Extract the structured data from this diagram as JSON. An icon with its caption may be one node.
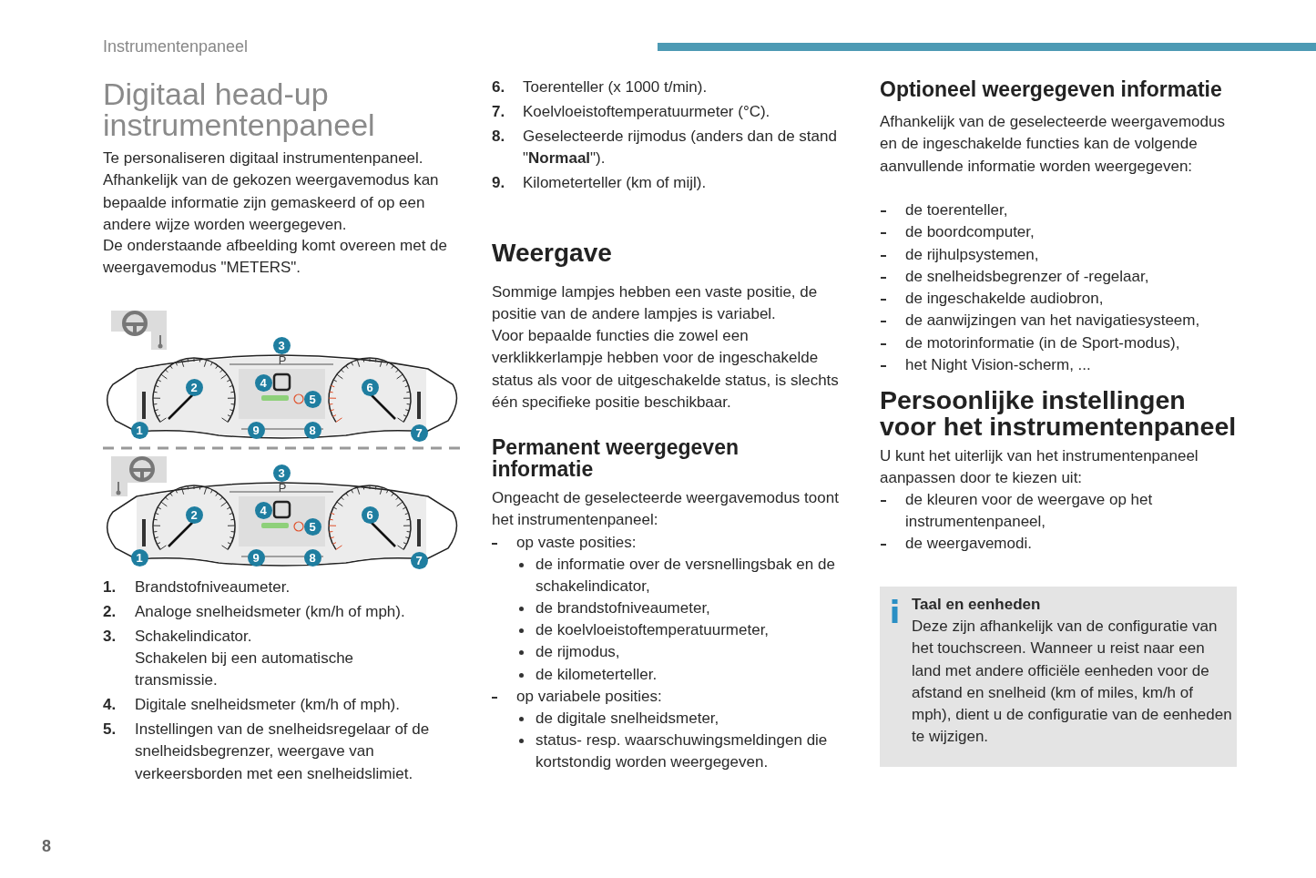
{
  "diagram": {
    "title": "Digitaal head-up instrumentenpaneel",
    "nodes": [
      {
        "text": [
          "Taal en eenheden",
          "Deze zijn afhankelijk van de configuratie van het touchscreen. Wanneer u reist naar een land met andere officiële eenheden voor de afstand en snelheid (km of miles, km/h of mph), dient u de configuratie van de eenheden te wijzigen."
        ]
      }
    ],
    "edges": [],
    "labels": [
      "Instrumentenpaneel",
      "Te personaliseren digitaal instrumentenpaneel. Afhankelijk van de gekozen weergavemodus kan bepaalde informatie zijn gemaskeerd of op een andere wijze worden weergegeven.",
      "De onderstaande afbeelding komt overeen met de weergavemodus \"METERS\".",
      "1",
      "2",
      "3",
      "P",
      "4",
      "5",
      "6",
      "7",
      "8",
      "9",
      "1",
      "2",
      "3",
      "P",
      "4",
      "5",
      "6",
      "7",
      "8",
      "9",
      "1.",
      "Brandstofniveaumeter.",
      "2.",
      "Analoge snelheidsmeter (km/h of mph).",
      "3.",
      "Schakelindicator.",
      "Schakelen bij een automatische transmissie.",
      "4.",
      "Digitale snelheidsmeter (km/h of mph).",
      "5.",
      "Instellingen van de snelheidsregelaar of de snelheidsbegrenzer, weergave van verkeersborden met een snelheidslimiet.",
      "6.",
      "Toerenteller (x 1000 t/min).",
      "7.",
      "Koelvloeistoftemperatuurmeter (°C).",
      "8.",
      "Geselecteerde rijmodus (anders dan de stand \"**Normaal**\").",
      "9.",
      "Kilometerteller (km of mijl).",
      "Weergave",
      "Sommige lampjes hebben een vaste positie, de positie van de andere lampjes is variabel.",
      "Voor bepaalde functies die zowel een verklikkerlampje hebben voor de ingeschakelde status als voor de uitgeschakelde status, is slechts één specifieke positie beschikbaar.",
      "Permanent weergegeven informatie",
      "Ongeacht de geselecteerde weergavemodus toont het instrumentenpaneel:",
      "op vaste posities:",
      "de informatie over de versnellingsbak en de schakelindicator,",
      "de brandstofniveaumeter,",
      "de koelvloeistoftemperatuurmeter,",
      "de rijmodus,",
      "de kilometerteller.",
      "op variabele posities:",
      "de digitale snelheidsmeter,",
      "status- resp. waarschuwingsmeldingen die kortstondig worden weergegeven.",
      "Optioneel weergegeven informatie",
      "Afhankelijk van de geselecteerde weergavemodus en de ingeschakelde functies kan de volgende aanvullende informatie worden weergegeven:",
      "de toerenteller,",
      "de boordcomputer,",
      "de rijhulpsystemen,",
      "de snelheidsbegrenzer of -regelaar,",
      "de ingeschakelde audiobron,",
      "de aanwijzingen van het navigatiesysteem,",
      "de motorinformatie (in de Sport-modus),",
      "het Night Vision-scherm, ...",
      "Persoonlijke instellingen voor het instrumentenpaneel",
      "U kunt het uiterlijk van het instrumentenpaneel aanpassen door te kiezen uit:",
      "de kleuren voor de weergave op het instrumentenpaneel,",
      "de weergavemodi.",
      "8"
    ]
  }
}
